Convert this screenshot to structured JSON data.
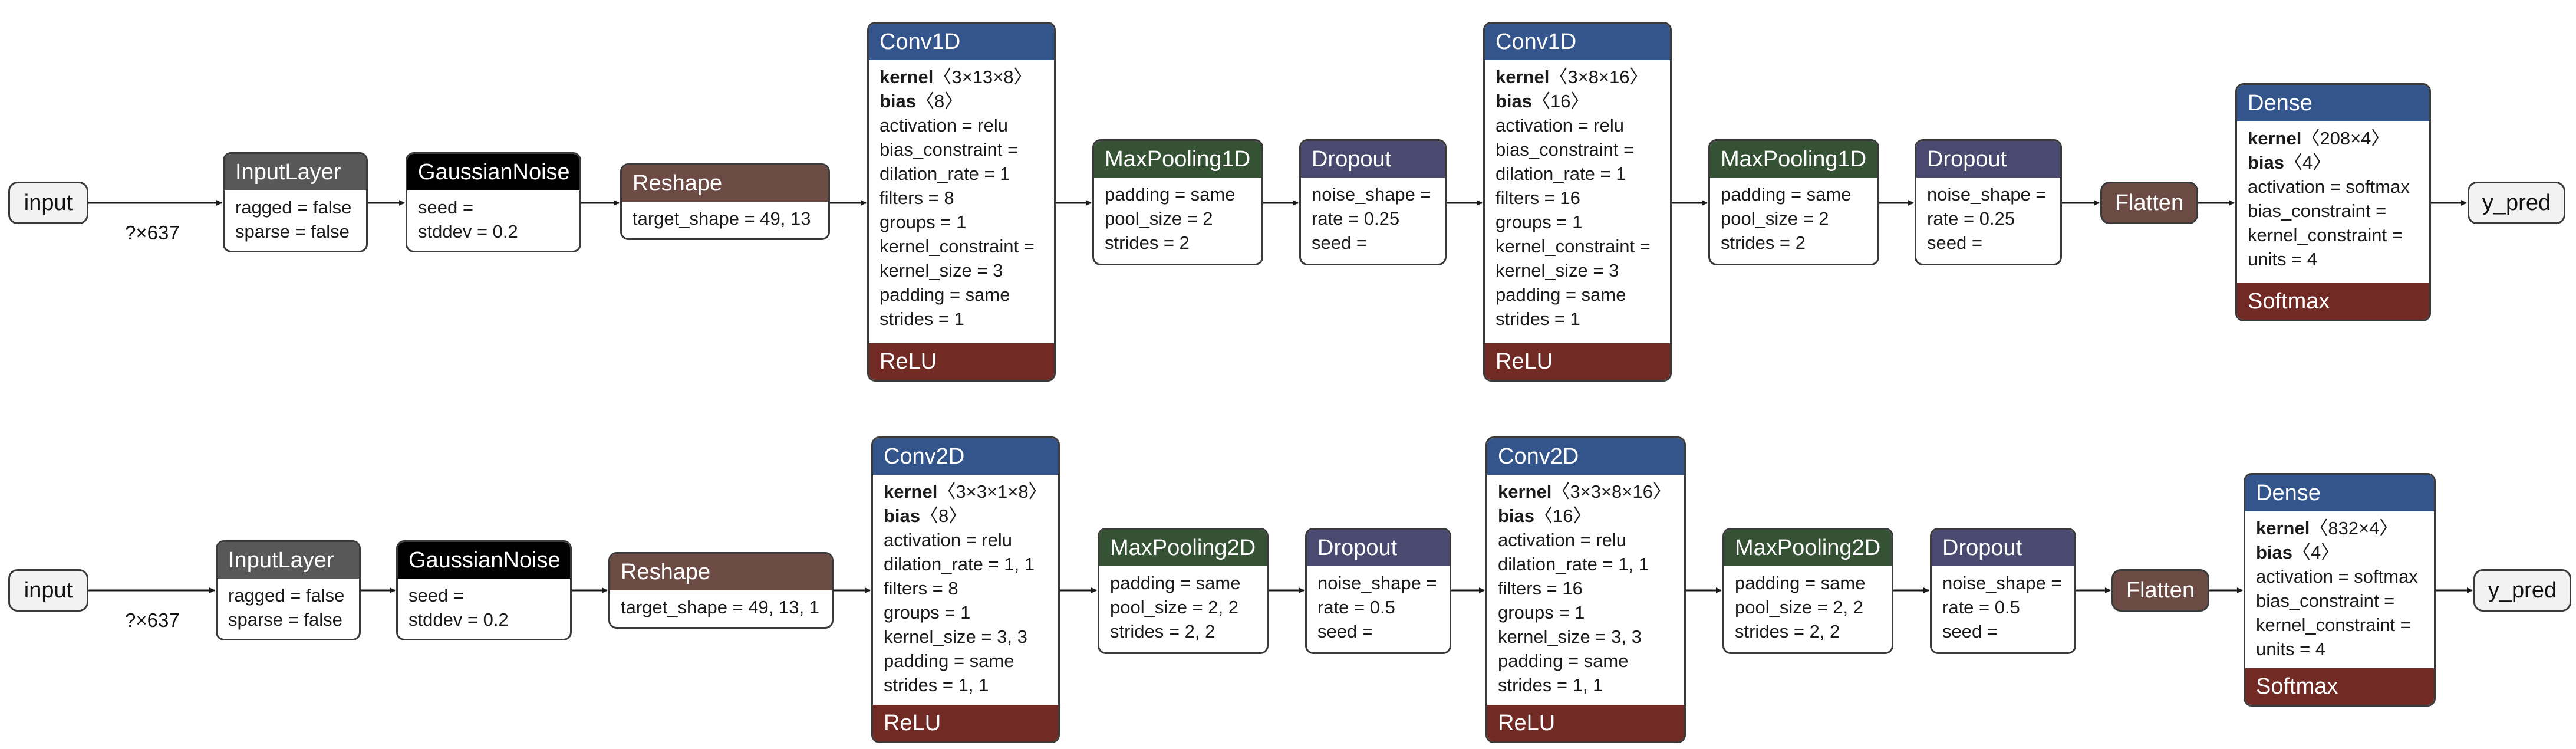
{
  "colors": {
    "input_layer": "#585858",
    "noise": "#000000",
    "reshape": "#6d4b45",
    "conv": "#34558b",
    "pool": "#355234",
    "dropout": "#4a4a70",
    "flatten": "#6d4b45",
    "dense": "#34558b",
    "activation": "#712a24",
    "wire": "#1a1a1a"
  },
  "row1": {
    "input": "input",
    "shape": "?×637",
    "input_layer": {
      "title": "InputLayer",
      "lines": [
        "ragged = false",
        "sparse = false"
      ]
    },
    "noise": {
      "title": "GaussianNoise",
      "lines": [
        "seed =",
        "stddev = 0.2"
      ]
    },
    "reshape": {
      "title": "Reshape",
      "lines": [
        "target_shape = 49, 13"
      ]
    },
    "conv_a": {
      "title": "Conv1D",
      "kernel_label": "kernel",
      "kernel_dims": "〈3×13×8〉",
      "bias_label": "bias",
      "bias_dims": "〈8〉",
      "lines": [
        "activation = relu",
        "bias_constraint =",
        "dilation_rate = 1",
        "filters = 8",
        "groups = 1",
        "kernel_constraint =",
        "kernel_size = 3",
        "padding = same",
        "strides = 1"
      ],
      "activation": "ReLU"
    },
    "pool_a": {
      "title": "MaxPooling1D",
      "lines": [
        "padding = same",
        "pool_size = 2",
        "strides = 2"
      ]
    },
    "drop_a": {
      "title": "Dropout",
      "lines": [
        "noise_shape =",
        "rate = 0.25",
        "seed ="
      ]
    },
    "conv_b": {
      "title": "Conv1D",
      "kernel_label": "kernel",
      "kernel_dims": "〈3×8×16〉",
      "bias_label": "bias",
      "bias_dims": "〈16〉",
      "lines": [
        "activation = relu",
        "bias_constraint =",
        "dilation_rate = 1",
        "filters = 16",
        "groups = 1",
        "kernel_constraint =",
        "kernel_size = 3",
        "padding = same",
        "strides = 1"
      ],
      "activation": "ReLU"
    },
    "pool_b": {
      "title": "MaxPooling1D",
      "lines": [
        "padding = same",
        "pool_size = 2",
        "strides = 2"
      ]
    },
    "drop_b": {
      "title": "Dropout",
      "lines": [
        "noise_shape =",
        "rate = 0.25",
        "seed ="
      ]
    },
    "flatten": "Flatten",
    "dense": {
      "title": "Dense",
      "kernel_label": "kernel",
      "kernel_dims": "〈208×4〉",
      "bias_label": "bias",
      "bias_dims": "〈4〉",
      "lines": [
        "activation = softmax",
        "bias_constraint =",
        "kernel_constraint =",
        "units = 4"
      ],
      "activation": "Softmax"
    },
    "output": "y_pred"
  },
  "row2": {
    "input": "input",
    "shape": "?×637",
    "input_layer": {
      "title": "InputLayer",
      "lines": [
        "ragged = false",
        "sparse = false"
      ]
    },
    "noise": {
      "title": "GaussianNoise",
      "lines": [
        "seed =",
        "stddev = 0.2"
      ]
    },
    "reshape": {
      "title": "Reshape",
      "lines": [
        "target_shape = 49, 13, 1"
      ]
    },
    "conv_a": {
      "title": "Conv2D",
      "kernel_label": "kernel",
      "kernel_dims": "〈3×3×1×8〉",
      "bias_label": "bias",
      "bias_dims": "〈8〉",
      "lines": [
        "activation = relu",
        "dilation_rate = 1, 1",
        "filters = 8",
        "groups = 1",
        "kernel_size = 3, 3",
        "padding = same",
        "strides = 1, 1"
      ],
      "activation": "ReLU"
    },
    "pool_a": {
      "title": "MaxPooling2D",
      "lines": [
        "padding = same",
        "pool_size = 2, 2",
        "strides = 2, 2"
      ]
    },
    "drop_a": {
      "title": "Dropout",
      "lines": [
        "noise_shape =",
        "rate = 0.5",
        "seed ="
      ]
    },
    "conv_b": {
      "title": "Conv2D",
      "kernel_label": "kernel",
      "kernel_dims": "〈3×3×8×16〉",
      "bias_label": "bias",
      "bias_dims": "〈16〉",
      "lines": [
        "activation = relu",
        "dilation_rate = 1, 1",
        "filters = 16",
        "groups = 1",
        "kernel_size = 3, 3",
        "padding = same",
        "strides = 1, 1"
      ],
      "activation": "ReLU"
    },
    "pool_b": {
      "title": "MaxPooling2D",
      "lines": [
        "padding = same",
        "pool_size = 2, 2",
        "strides = 2, 2"
      ]
    },
    "drop_b": {
      "title": "Dropout",
      "lines": [
        "noise_shape =",
        "rate = 0.5",
        "seed ="
      ]
    },
    "flatten": "Flatten",
    "dense": {
      "title": "Dense",
      "kernel_label": "kernel",
      "kernel_dims": "〈832×4〉",
      "bias_label": "bias",
      "bias_dims": "〈4〉",
      "lines": [
        "activation = softmax",
        "bias_constraint =",
        "kernel_constraint =",
        "units = 4"
      ],
      "activation": "Softmax"
    },
    "output": "y_pred"
  }
}
